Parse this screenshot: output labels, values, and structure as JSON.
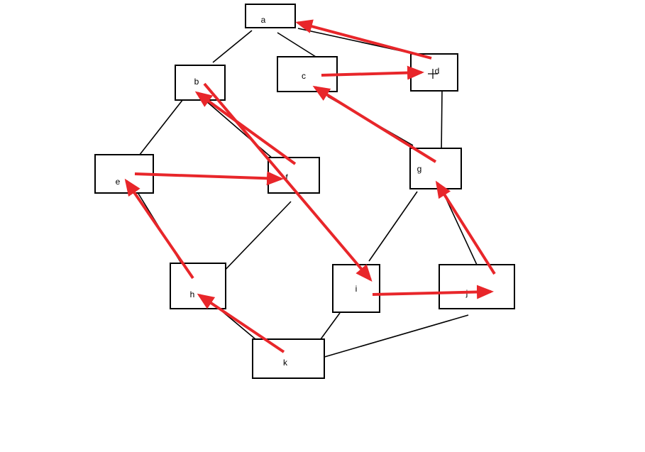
{
  "colors": {
    "arrow": "#e8262a",
    "edge": "#000000",
    "node_border": "#000000"
  },
  "nodes": {
    "a": "a",
    "b": "b",
    "c": "c",
    "d": "d",
    "e": "e",
    "f": "f",
    "g": "g",
    "h": "h",
    "i": "i",
    "j": "j",
    "k": "k"
  },
  "edges": [
    [
      "a",
      "b"
    ],
    [
      "a",
      "c"
    ],
    [
      "a",
      "d"
    ],
    [
      "d",
      "g"
    ],
    [
      "b",
      "e"
    ],
    [
      "b",
      "f"
    ],
    [
      "c",
      "g"
    ],
    [
      "e",
      "h"
    ],
    [
      "f",
      "h"
    ],
    [
      "g",
      "i"
    ],
    [
      "g",
      "j"
    ],
    [
      "h",
      "k"
    ],
    [
      "i",
      "k"
    ],
    [
      "j",
      "k"
    ]
  ],
  "arrows": [
    [
      "d",
      "a"
    ],
    [
      "c",
      "d"
    ],
    [
      "g",
      "c"
    ],
    [
      "f",
      "b"
    ],
    [
      "b",
      "i"
    ],
    [
      "e",
      "f"
    ],
    [
      "h",
      "e"
    ],
    [
      "i",
      "j"
    ],
    [
      "j",
      "g"
    ],
    [
      "k",
      "h"
    ]
  ],
  "cursor": "crosshair-icon"
}
